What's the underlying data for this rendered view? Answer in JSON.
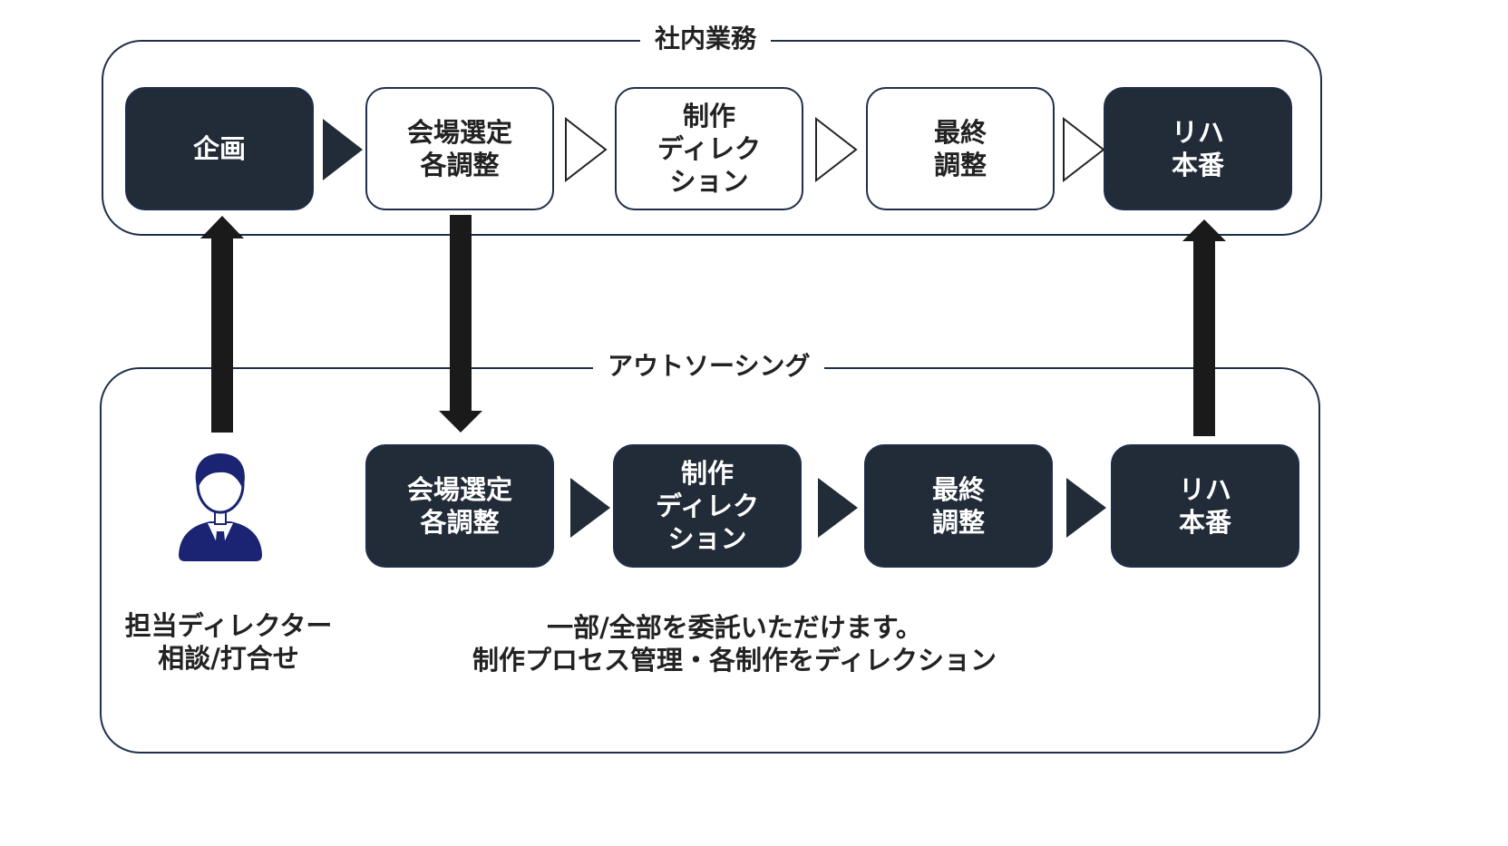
{
  "colors": {
    "dark_box": "#222b38",
    "border": "#1f2f4a",
    "arrow": "#1a1a1a",
    "person": "#1a2472"
  },
  "inhouse": {
    "title": "社内業務",
    "steps": [
      {
        "label": "企画",
        "style": "dark"
      },
      {
        "label": "会場選定\n各調整",
        "style": "light"
      },
      {
        "label": "制作\nディレク\nション",
        "style": "light"
      },
      {
        "label": "最終\n調整",
        "style": "light"
      },
      {
        "label": "リハ\n本番",
        "style": "dark"
      }
    ]
  },
  "outsourcing": {
    "title": "アウトソーシング",
    "steps": [
      {
        "label": "会場選定\n各調整"
      },
      {
        "label": "制作\nディレク\nション"
      },
      {
        "label": "最終\n調整"
      },
      {
        "label": "リハ\n本番"
      }
    ],
    "director_label": "担当ディレクター\n相談/打合せ",
    "person_icon": "business-person-icon",
    "description": "一部/全部を委託いただけます。\n制作プロセス管理・各制作をディレクション"
  }
}
